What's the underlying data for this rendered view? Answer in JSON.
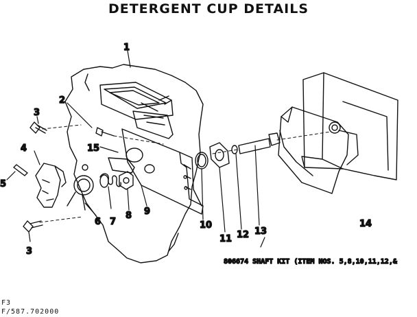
{
  "title": "DETERGENT CUP DETAILS",
  "parts": [
    {
      "id": "p1",
      "label": "1"
    },
    {
      "id": "p2",
      "label": "2"
    },
    {
      "id": "p3a",
      "label": "3"
    },
    {
      "id": "p3b",
      "label": "3"
    },
    {
      "id": "p4",
      "label": "4"
    },
    {
      "id": "p5",
      "label": "5"
    },
    {
      "id": "p6",
      "label": "6"
    },
    {
      "id": "p7",
      "label": "7"
    },
    {
      "id": "p8",
      "label": "8"
    },
    {
      "id": "p9",
      "label": "9"
    },
    {
      "id": "p10",
      "label": "10"
    },
    {
      "id": "p11",
      "label": "11"
    },
    {
      "id": "p12",
      "label": "12"
    },
    {
      "id": "p13",
      "label": "13"
    },
    {
      "id": "p14",
      "label": "14"
    },
    {
      "id": "p15",
      "label": "15"
    }
  ],
  "kit_note": "806674  SHAFT KIT (ITEM NOS. 5,8,10,11,12,&",
  "footer": {
    "line1": "F3",
    "line2": "F/587.702000"
  }
}
